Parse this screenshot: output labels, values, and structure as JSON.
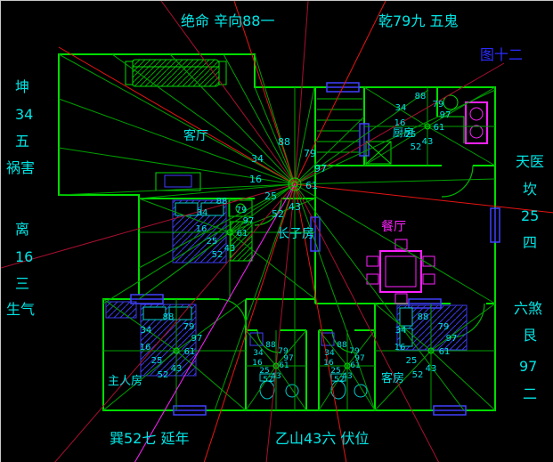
{
  "figure": {
    "caption": "图十二"
  },
  "colors": {
    "wall": "#00dd00",
    "ray": "#00a000",
    "red": "#e81414",
    "dark_red": "#a81030",
    "cyan": "#00e5e5",
    "magenta": "#ff22ff",
    "blue": "#3a3ae8",
    "window_blue": "#4040ff",
    "pillow_cyan": "#00cccc",
    "figure_blue": "#2b2bff"
  },
  "edge_labels": {
    "top_left": "绝命 辛向88一",
    "top_right": "乾79九 五鬼",
    "bottom_left": "巽52七 延年",
    "bottom_right": "乙山43六 伏位",
    "left": [
      "坤",
      "34",
      "五",
      "祸害",
      "离",
      "16",
      "三",
      "生气"
    ],
    "right": [
      "天医",
      "坎",
      "25",
      "四",
      "六煞",
      "艮",
      "97",
      "二"
    ]
  },
  "rooms": {
    "living": "客厅",
    "kitchen": "厨房",
    "eldest_son": "长子房",
    "dining": "餐厅",
    "master": "主人房",
    "guest": "客房"
  },
  "compass_numbers": [
    "34",
    "88",
    "79",
    "16",
    "97",
    "61",
    "25",
    "43",
    "52"
  ]
}
